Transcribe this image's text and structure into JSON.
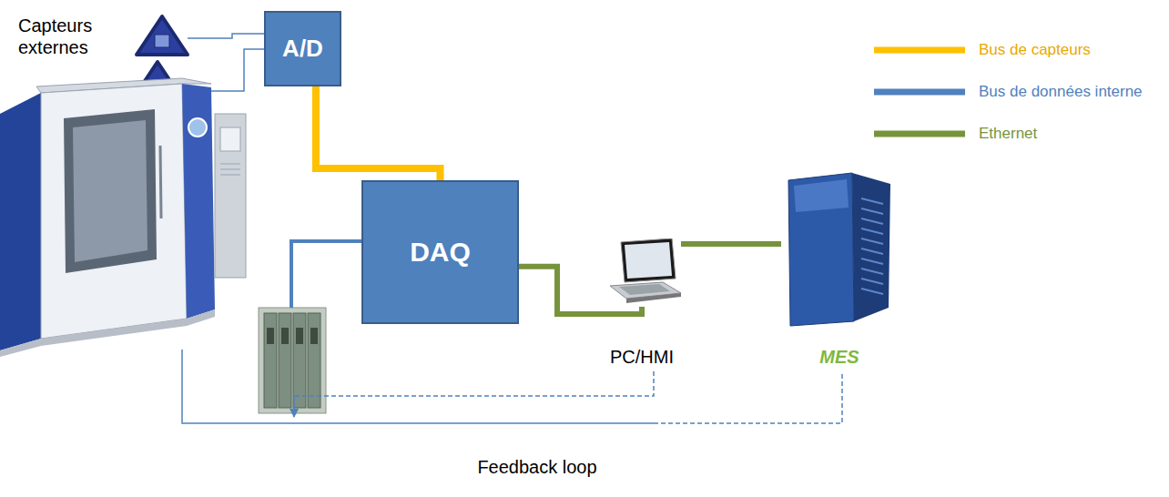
{
  "diagram": {
    "nodes": [
      {
        "text": [
          "A/D"
        ]
      },
      {
        "text": [
          "DAQ"
        ]
      },
      {
        "text": [
          "PC/HMI"
        ]
      },
      {
        "text": [
          "MES"
        ]
      }
    ],
    "edges": [
      {
        "from": 0,
        "to": 1,
        "arrow": "none"
      },
      {
        "from": 1,
        "to": 2,
        "arrow": "none"
      },
      {
        "from": 2,
        "to": 3,
        "arrow": "none"
      }
    ],
    "labels": [
      "Capteurs externes",
      "Feedback loop"
    ],
    "legend": [
      {
        "text": "Bus de capteurs"
      },
      {
        "text": "Bus de données interne"
      },
      {
        "text": "Ethernet"
      }
    ]
  }
}
